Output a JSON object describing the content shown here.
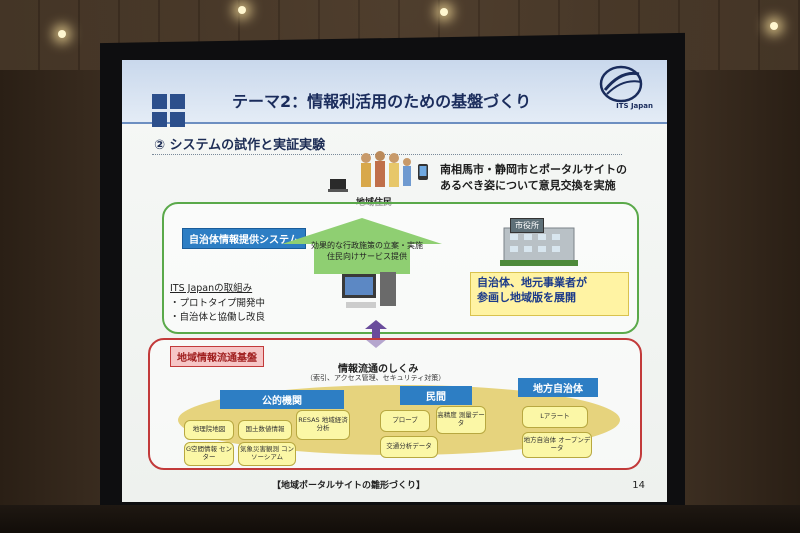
{
  "slide": {
    "title": "テーマ2：情報利活用のための基盤づくり",
    "logo_text": "ITS Japan",
    "subtitle": "② システムの試作と実証実験",
    "residents_label": "地域住民",
    "exchange_note_line1": "南相馬市・静岡市とポータルサイトの",
    "exchange_note_line2": "あるべき姿について意見交換を実施",
    "system_label": "自治体情報提供システム",
    "policy_line1": "効果的な行政施策の立案・実施",
    "policy_line2": "住民向けサービス提供",
    "city_hall_sign": "市役所",
    "its_initiative_head": "ITS Japanの取組み",
    "its_initiative_items": [
      "・プロトタイプ開発中",
      "・自治体と協働し改良"
    ],
    "highlight_line1": "自治体、地元事業者が",
    "highlight_line2": "参画し地域版を展開",
    "platform_label": "地域情報流通基盤",
    "info_flow_title": "情報流通のしくみ",
    "info_flow_sub": "（索引、アクセス管理、セキュリティ対策）",
    "categories": {
      "public": "公的機関",
      "private": "民間",
      "local_gov": "地方自治体"
    },
    "data_sources": {
      "public": [
        "地理院地図",
        "国土数値情報",
        "RESAS 地域経済分析",
        "G空間情報 センター",
        "気象災害観測 コンソーシアム"
      ],
      "private": [
        "プローブ",
        "高精度 測量データ",
        "交通分析データ"
      ],
      "local_gov": [
        "Lアラート",
        "地方自治体 オープンデータ"
      ]
    },
    "footer_note": "【地域ポータルサイトの雛形づくり】",
    "page_number": "14"
  },
  "colors": {
    "title_text": "#1a2c5c",
    "green_border": "#5aa94a",
    "red_border": "#c23a3a",
    "blue_tag": "#2d7ec4",
    "highlight_yellow": "#fff3a3"
  }
}
